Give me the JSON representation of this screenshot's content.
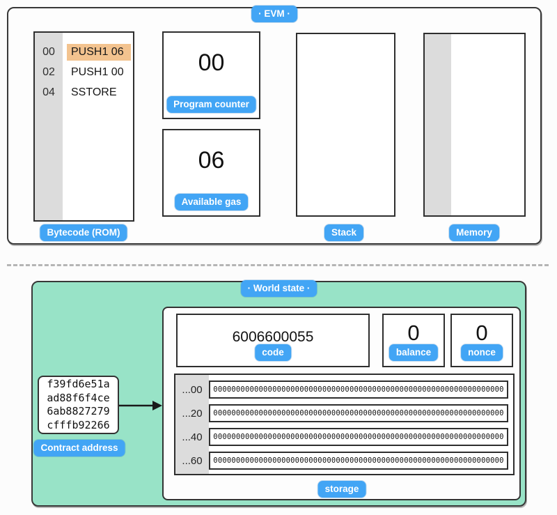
{
  "colors": {
    "accent_blue": "#42a5f5",
    "mint_green": "#98e3c7",
    "highlight_orange": "#f3c38f",
    "gutter_gray": "#dcdcdc",
    "border_dark": "#2e2e2e"
  },
  "evm": {
    "label": "·  EVM  ·",
    "bytecode": {
      "label": "Bytecode (ROM)",
      "rows": [
        {
          "offset": "00",
          "instruction": "PUSH1 06",
          "highlighted": true
        },
        {
          "offset": "02",
          "instruction": "PUSH1 00",
          "highlighted": false
        },
        {
          "offset": "04",
          "instruction": "SSTORE",
          "highlighted": false
        }
      ]
    },
    "program_counter": {
      "value": "00",
      "label": "Program counter"
    },
    "available_gas": {
      "value": "06",
      "label": "Available gas"
    },
    "stack": {
      "label": "Stack"
    },
    "memory": {
      "label": "Memory"
    }
  },
  "world_state": {
    "label": "·  World state  ·",
    "contract_address": {
      "label": "Contract address",
      "lines": [
        "f39fd6e51a",
        "ad88f6f4ce",
        "6ab8827279",
        "cfffb92266"
      ]
    },
    "account": {
      "code": {
        "value": "6006600055",
        "label": "code"
      },
      "balance": {
        "value": "0",
        "label": "balance"
      },
      "nonce": {
        "value": "0",
        "label": "nonce"
      },
      "storage": {
        "label": "storage",
        "rows": [
          {
            "offset": "...00",
            "value": "0000000000000000000000000000000000000000000000000000000000000000"
          },
          {
            "offset": "...20",
            "value": "0000000000000000000000000000000000000000000000000000000000000000"
          },
          {
            "offset": "...40",
            "value": "0000000000000000000000000000000000000000000000000000000000000000"
          },
          {
            "offset": "...60",
            "value": "0000000000000000000000000000000000000000000000000000000000000000"
          }
        ]
      }
    }
  }
}
